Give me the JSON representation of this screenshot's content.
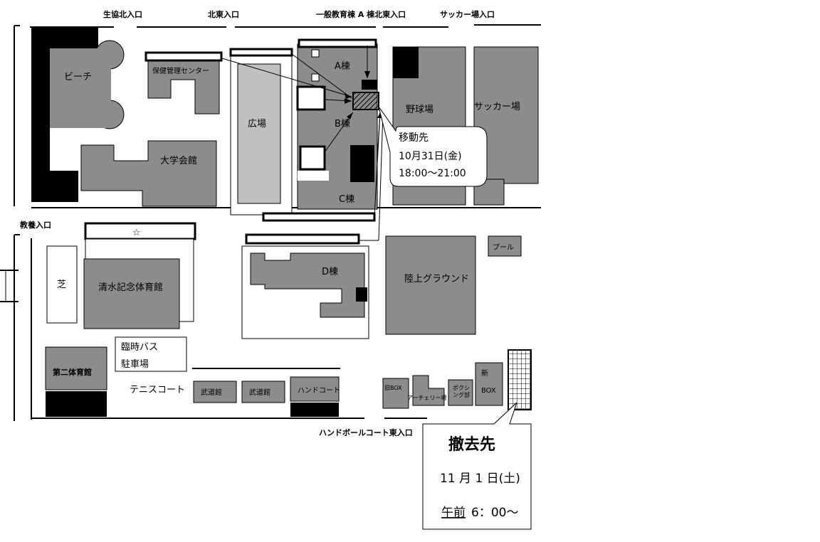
{
  "entrances": {
    "coop_north": "生協北入口",
    "northeast": "北東入口",
    "general_a_northeast": "一般教育棟 A 棟北東入口",
    "soccer": "サッカー場入口",
    "kyoyo": "教養入口",
    "handball_east": "ハンドボールコート東入口"
  },
  "buildings": {
    "beach": "ビーチ",
    "health_center": "保健管理センター",
    "student_hall": "大学会館",
    "plaza": "広場",
    "bldg_a": "A棟",
    "bldg_b": "B棟",
    "bldg_c": "C棟",
    "bldg_d": "D棟",
    "baseball": "野球場",
    "soccer_field": "サッカー場",
    "star": "☆",
    "lawn": "芝",
    "shimizu_gym": "清水記念体育館",
    "track": "陸上グラウンド",
    "pool": "プール",
    "bus_parking_1": "臨時バス",
    "bus_parking_2": "駐車場",
    "gym2": "第二体育館",
    "tennis": "テニスコート",
    "budokan_1": "武道館",
    "budokan_2": "武道館",
    "handcourt": "ハンドコート",
    "old_box": "旧BOX",
    "archery": "アーチェリー場",
    "boxing": "ボクシング部",
    "new_box_1": "新",
    "new_box_2": "BOX"
  },
  "move_callout": {
    "title": "移動先",
    "date": "10月31日(金)",
    "time": "18:00～21:00"
  },
  "removal_callout": {
    "title": "撤去先",
    "date": "11 月 1 日(土)",
    "time_underlined": "午前",
    "time_rest": "6：00～"
  },
  "colors": {
    "building": "#8c8c8c",
    "plaza": "#c0c0c0",
    "dark": "#000000"
  }
}
